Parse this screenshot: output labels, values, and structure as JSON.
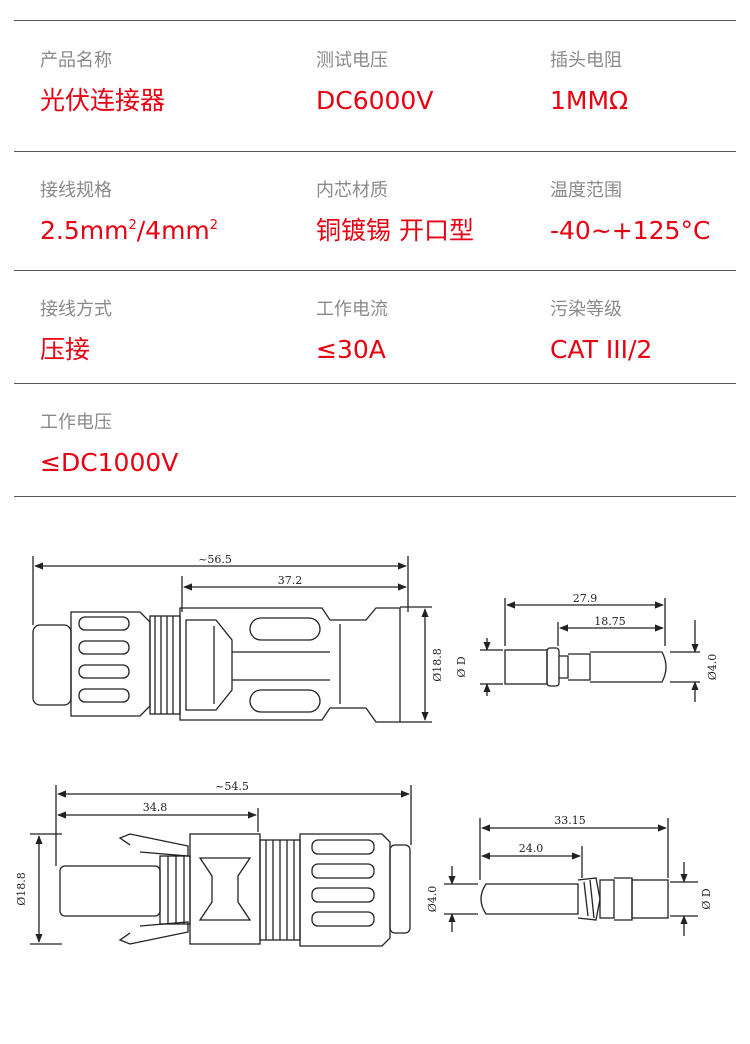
{
  "specs": {
    "rows": [
      [
        {
          "label": "产品名称",
          "value": "光伏连接器"
        },
        {
          "label": "测试电压",
          "value": "DC6000V"
        },
        {
          "label": "插头电阻",
          "value": "1MMΩ"
        }
      ],
      [
        {
          "label": "接线规格",
          "value_parts": [
            "2.5mm",
            "2",
            "/4mm",
            "2"
          ]
        },
        {
          "label": "内芯材质",
          "value": "铜镀锡 开口型"
        },
        {
          "label": "温度范围",
          "value": "-40~+125°C"
        }
      ],
      [
        {
          "label": "接线方式",
          "value": "压接"
        },
        {
          "label": "工作电流",
          "value": "≤30A"
        },
        {
          "label": "污染等级",
          "value": "CAT III/2"
        }
      ],
      [
        {
          "label": "工作电压",
          "value": "≤DC1000V"
        }
      ]
    ]
  },
  "drawing": {
    "top": {
      "overall": "~56.5",
      "body": "37.2",
      "dia": "Ø18.8",
      "pin_overall": "27.9",
      "pin_part": "18.75",
      "pin_od_label": "Ø D",
      "pin_dia": "Ø4.0"
    },
    "bottom": {
      "overall": "~54.5",
      "body": "34.8",
      "dia": "Ø18.8",
      "sock_overall": "33.15",
      "sock_part": "24.0",
      "sock_dia": "Ø4.0",
      "sock_od_label": "Ø D"
    }
  },
  "colors": {
    "label": "#8a8a8a",
    "value": "#e60012",
    "rule": "#555555",
    "line": "#222222"
  }
}
